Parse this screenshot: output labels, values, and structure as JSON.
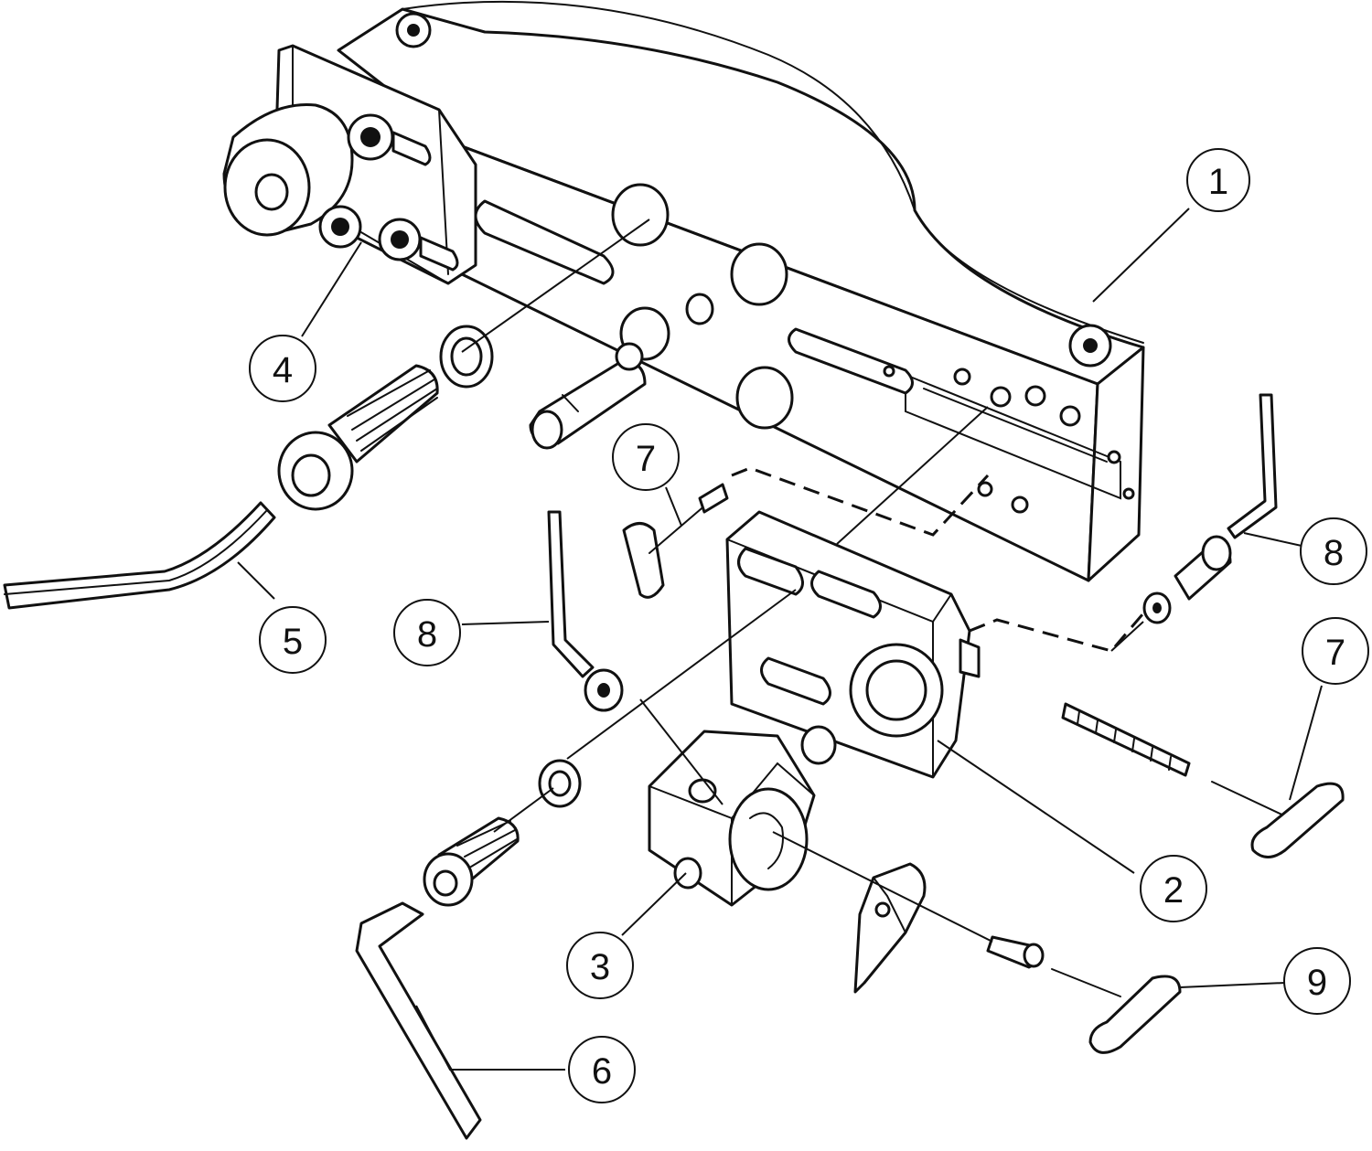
{
  "diagram": {
    "type": "exploded-parts-view",
    "colors": {
      "line": "#111111",
      "background": "#ffffff"
    },
    "callouts": [
      {
        "id": "c1",
        "label": "1"
      },
      {
        "id": "c2",
        "label": "2"
      },
      {
        "id": "c3",
        "label": "3"
      },
      {
        "id": "c4",
        "label": "4"
      },
      {
        "id": "c5",
        "label": "5"
      },
      {
        "id": "c6",
        "label": "6"
      },
      {
        "id": "c7a",
        "label": "7"
      },
      {
        "id": "c7b",
        "label": "7"
      },
      {
        "id": "c8a",
        "label": "8"
      },
      {
        "id": "c8b",
        "label": "8"
      },
      {
        "id": "c9",
        "label": "9"
      }
    ]
  }
}
